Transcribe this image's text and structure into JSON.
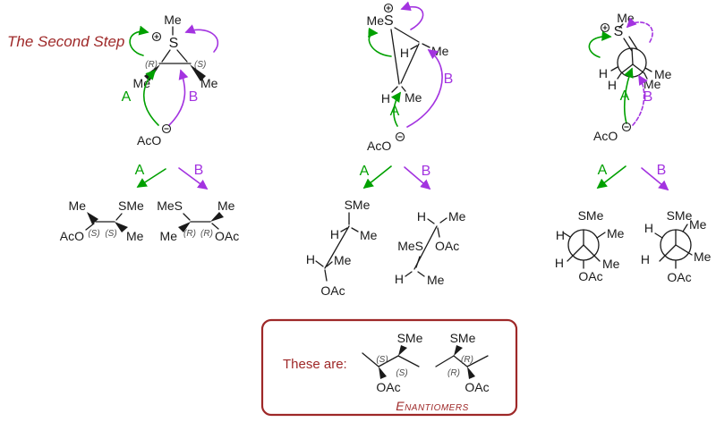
{
  "title": "The Second Step",
  "colors": {
    "dark_red": "#9e2828",
    "green": "#00a000",
    "purple": "#a333e0",
    "bond_black": "#1a1a1a",
    "stereo_gray": "#4d4d4d"
  },
  "labels": {
    "path_a": "A",
    "path_b": "B",
    "methyl": "Me",
    "hydrogen": "H",
    "sulfur": "S",
    "s_methyl": "SMe",
    "methyl_s": "MeS",
    "acetate_left": "AcO",
    "acetate_right": "OAc",
    "config_r": "(R)",
    "config_s": "(S)"
  },
  "footer_box": {
    "intro": "These are:",
    "caption": "Enantiomers"
  }
}
